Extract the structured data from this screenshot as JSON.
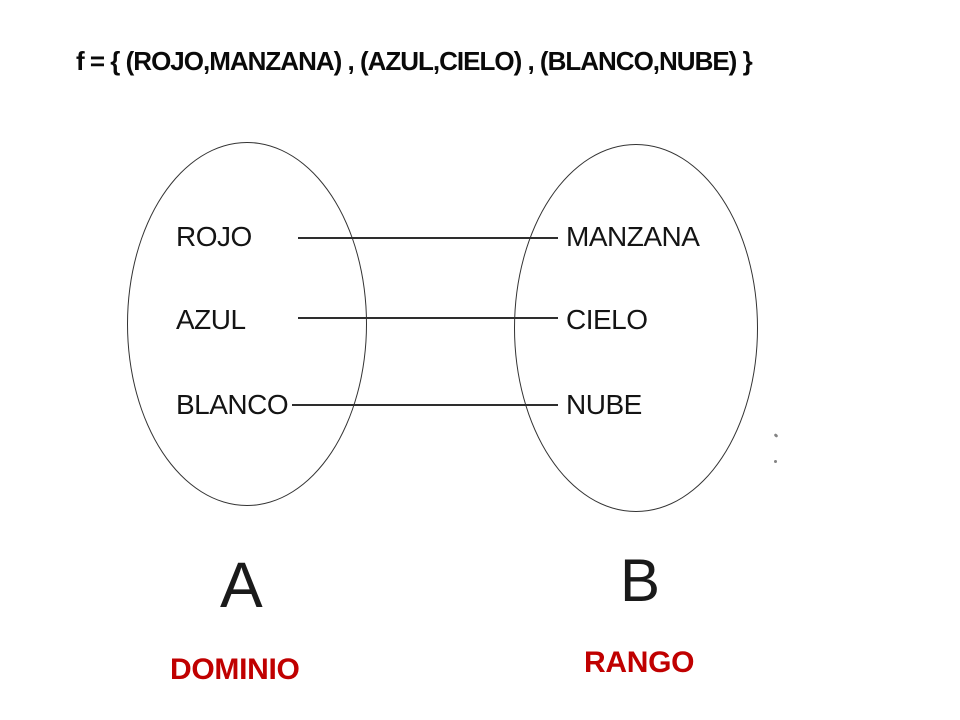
{
  "title": "f = { (ROJO,MANZANA) , (AZUL,CIELO) , (BLANCO,NUBE) }",
  "set_a": {
    "name": "A",
    "caption": "DOMINIO",
    "items": [
      "ROJO",
      "AZUL",
      "BLANCO"
    ]
  },
  "set_b": {
    "name": "B",
    "caption": "RANGO",
    "items": [
      "MANZANA",
      "CIELO",
      "NUBE"
    ]
  },
  "mapping": {
    "pairs": [
      {
        "from": "ROJO",
        "to": "MANZANA"
      },
      {
        "from": "AZUL",
        "to": "CIELO"
      },
      {
        "from": "BLANCO",
        "to": "NUBE"
      }
    ]
  },
  "colors": {
    "caption_red": "#C00000",
    "ink_black": "#1A1A1A",
    "background": "#FFFFFF"
  }
}
